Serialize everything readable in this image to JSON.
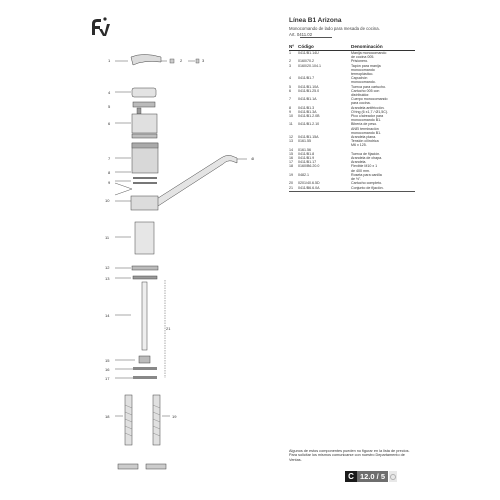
{
  "brand": {
    "logo_text": "fv"
  },
  "header": {
    "title": "Línea B1 Arizona",
    "subtitle": "Monocomando de lado para mesada de cocina.",
    "article_ref": "Art. 0411.02"
  },
  "table": {
    "headers": [
      "Nº",
      "Código",
      "Denominación"
    ],
    "rows": [
      {
        "n": "1",
        "code": "0411/B1.14U",
        "lines": [
          "Manija monocomando",
          "de cocina 005."
        ]
      },
      {
        "n": "2",
        "code": "0160/70.2",
        "lines": [
          "Prisionero."
        ]
      },
      {
        "n": "3",
        "code": "0160/20.104.1",
        "lines": [
          "Tapón para manija",
          "monocomando",
          "termoplástico."
        ]
      },
      {
        "n": "4",
        "code": "0411/B1.7",
        "lines": [
          "Capuchón",
          "monocomando."
        ]
      },
      {
        "n": "5",
        "code": "0411/B1.10A",
        "lines": [
          "Tuerca para cartucho."
        ]
      },
      {
        "n": "6",
        "code": "0411/B1.25.0",
        "lines": [
          "Cartucho 005 con",
          "distribuidor."
        ]
      },
      {
        "n": "7",
        "code": "0411/B1.1A",
        "lines": [
          "Cuerpo monocomando",
          "para cocina."
        ]
      },
      {
        "n": "8",
        "code": "0411/B1.3",
        "lines": [
          "Arandela antifricción."
        ]
      },
      {
        "n": "9",
        "code": "0411/B1.3A",
        "lines": [
          "O'ring (6 x1,7 / Ø1,5C)."
        ]
      },
      {
        "n": "10",
        "code": "0411/B1.2.0B",
        "lines": [
          "Pico c/aireador para",
          "monocomando B1."
        ]
      },
      {
        "n": "11",
        "code": "0411/B1.2.10",
        "lines": [
          "Bibería de peso."
        ]
      },
      {
        "n": "",
        "code": "",
        "lines": [
          "ANEl terminación"
        ]
      },
      {
        "n": "",
        "code": "",
        "lines": [
          "monocomando B1."
        ]
      },
      {
        "n": "12",
        "code": "0411/B1.15A",
        "lines": [
          "Arandela plana."
        ]
      },
      {
        "n": "13",
        "code": "0161.55",
        "lines": [
          "Tensión cilíndrica",
          "M6 x 125."
        ]
      },
      {
        "n": "14",
        "code": "0161.56",
        "lines": []
      },
      {
        "n": "15",
        "code": "0411/B1.8",
        "lines": [
          "Tuerca de fijación."
        ]
      },
      {
        "n": "16",
        "code": "0411/B1.9",
        "lines": [
          "Arandela de chapa."
        ]
      },
      {
        "n": "17",
        "code": "0411/B1.17",
        "lines": [
          "Arandela."
        ]
      },
      {
        "n": "18",
        "code": "0160/B6.20.0",
        "lines": [
          "Flexible M10 x 1",
          "de 400 mm."
        ]
      },
      {
        "n": "19",
        "code": "0482.1",
        "lines": [
          "Roseta para canilla",
          "de ½\"."
        ]
      },
      {
        "n": "20",
        "code": "0201/40.6.5D",
        "lines": [
          "Cartucho completo."
        ]
      },
      {
        "n": "21",
        "code": "0411/B6.6.0A",
        "lines": [
          "Conjunto de fijación."
        ]
      }
    ]
  },
  "footer": {
    "note": "Algunos de estos componentes pueden no figurar en la lista de precios. Para solicitar los mismos comunicarse con nuestro Departamento de Ventas."
  },
  "page_badge": {
    "letter": "C",
    "page": "12.0 / 5"
  },
  "drawing": {
    "labels": [
      "1",
      "2",
      "3",
      "4",
      "5",
      "6",
      "7",
      "8",
      "9",
      "10",
      "11",
      "12",
      "13",
      "14",
      "15",
      "16",
      "17",
      "18",
      "19",
      "21",
      "4I"
    ]
  }
}
